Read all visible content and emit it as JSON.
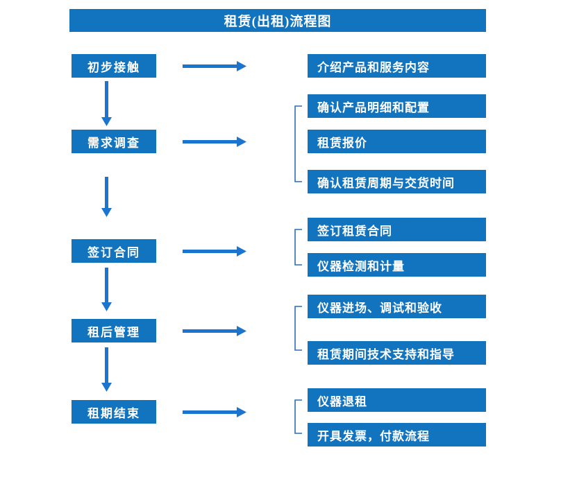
{
  "title": "租赁(出租)流程图",
  "colors": {
    "box_blue": "#1273be",
    "arrow_blue": "#1b74ce",
    "text_white": "#ffffff",
    "background": "#ffffff"
  },
  "stages": [
    {
      "label": "初步接触",
      "outputs": [
        "介绍产品和服务内容"
      ]
    },
    {
      "label": "需求调查",
      "outputs": [
        "确认产品明细和配置",
        "租赁报价",
        "确认租赁周期与交货时间"
      ]
    },
    {
      "label": "签订合同",
      "outputs": [
        "签订租赁合同",
        "仪器检测和计量"
      ]
    },
    {
      "label": "租后管理",
      "outputs": [
        "仪器进场、调试和验收",
        "租赁期间技术支持和指导"
      ]
    },
    {
      "label": "租期结束",
      "outputs": [
        "仪器退租",
        "开具发票，付款流程"
      ]
    }
  ]
}
